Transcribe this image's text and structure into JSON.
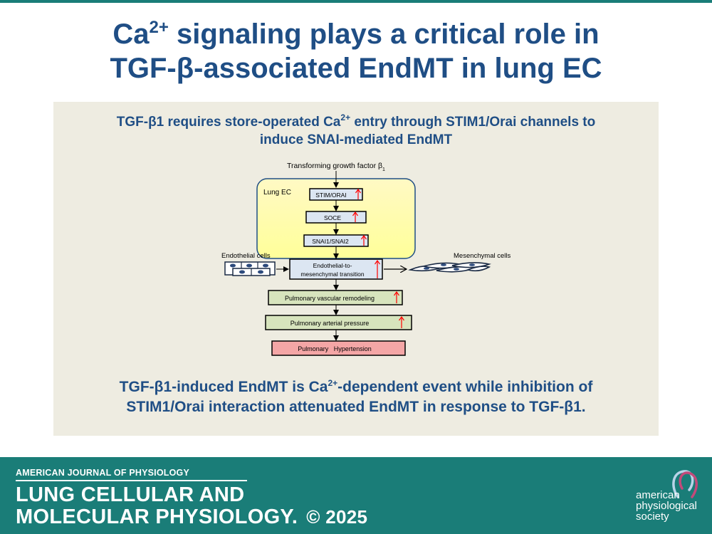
{
  "slide": {
    "title_line1_pre": "Ca",
    "title_line1_sup": "2+",
    "title_line1_post": " signaling plays a critical role in",
    "title_line2": "TGF-β-associated EndMT in lung EC"
  },
  "panel": {
    "heading_line1_pre": "TGF-β1 requires store-operated Ca",
    "heading_line1_sup": "2+",
    "heading_line1_post": " entry through STIM1/Orai channels to",
    "heading_line2": "induce SNAI-mediated EndMT",
    "footer_line1_pre": "TGF-β1-induced EndMT is Ca",
    "footer_line1_sup": "2+",
    "footer_line1_post": "-dependent event while inhibition of",
    "footer_line2": "STIM1/Orai interaction attenuated EndMT in response to TGF-β1."
  },
  "diagram": {
    "input_label": "Transforming growth factor β",
    "input_subscript": "1",
    "container_label": "Lung EC",
    "left_cells_label": "Endothelial  cells",
    "right_cells_label": "Mesenchymal cells",
    "steps": {
      "stim_orai": "STIM/ORAI",
      "soce": "SOCE",
      "snai": "SNAI1/SNAI2",
      "endmt_line1": "Endothelial-to-",
      "endmt_line2": "mesenchymal transition",
      "remodeling": "Pulmonary vascular remodeling",
      "pressure": "Pulmonary arterial pressure",
      "hypertension": "Pulmonary   Hypertension"
    },
    "colors": {
      "container_fill_top": "#fff9c4",
      "container_fill_bottom": "#ffff99",
      "container_stroke": "#1f4e85",
      "step_fill_blue": "#dce6f2",
      "step_fill_green": "#d7e4bd",
      "step_fill_red": "#f4a6a6",
      "arrow_up": "#ff0000",
      "cell_fill": "#2c4a7c"
    }
  },
  "footer": {
    "journal_top": "AMERICAN JOURNAL OF PHYSIOLOGY",
    "journal_line1": "LUNG CELLULAR AND",
    "journal_line2": "MOLECULAR PHYSIOLOGY.",
    "copyright": "© 2025",
    "society_line1": "american",
    "society_line2": "physiological",
    "society_line3": "society",
    "colors": {
      "band": "#1a7d78",
      "text": "#ffffff"
    }
  }
}
